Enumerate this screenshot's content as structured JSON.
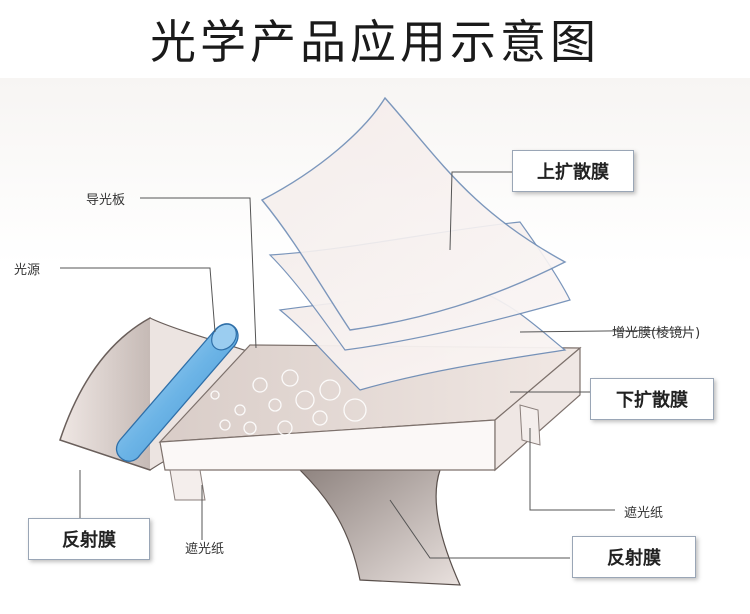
{
  "title": "光学产品应用示意图",
  "labels": {
    "light_guide": "导光板",
    "light_source": "光源",
    "upper_diffuser": "上扩散膜",
    "brightness_film": "增光膜(棱镜片)",
    "lower_diffuser": "下扩散膜",
    "shading_paper_right": "遮光纸",
    "shading_paper_left": "遮光纸",
    "reflector_left": "反射膜",
    "reflector_right": "反射膜"
  }
}
